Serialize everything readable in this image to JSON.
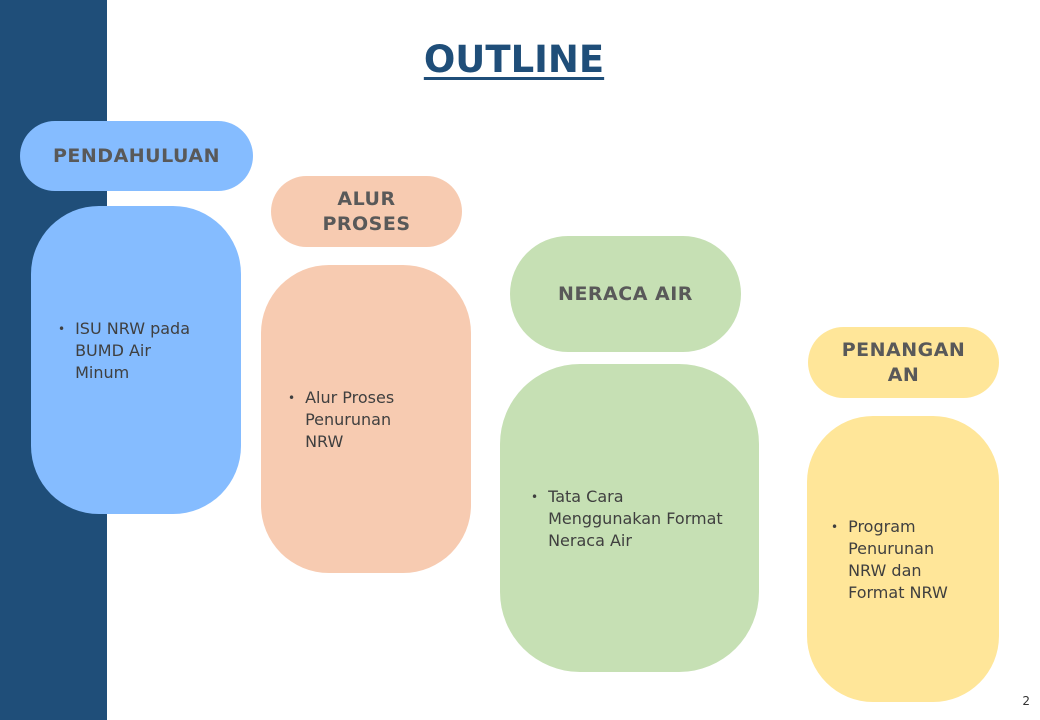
{
  "title": "OUTLINE",
  "sections": [
    {
      "header": "PENDAHULUAN",
      "item": "ISU NRW pada BUMD Air Minum",
      "color": "#85bcff"
    },
    {
      "header": "ALUR PROSES",
      "item": "Alur Proses Penurunan NRW",
      "color": "#f7cbb1"
    },
    {
      "header": "NERACA AIR",
      "item": "Tata Cara Menggunakan Format Neraca Air",
      "color": "#c6e0b4"
    },
    {
      "header": "PENANGANAN",
      "item": "Program Penurunan NRW dan Format NRW",
      "color": "#ffe699"
    }
  ],
  "page_number": "2",
  "bullet_glyph": "•",
  "accent_color": "#1f4e79"
}
